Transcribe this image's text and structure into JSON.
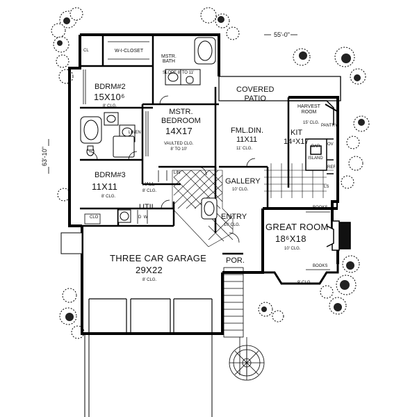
{
  "plan": {
    "overall_width": "55'-0\"",
    "overall_depth": "63'-10\"",
    "rooms": {
      "wi_closet": "W-I-CLOSET",
      "cl": "CL",
      "mstr_bath": {
        "name": "MSTR.\nBATH",
        "note": "SLOPE 8' TO 11'"
      },
      "bdrm2": {
        "name": "BDRM#2",
        "size": "15X10⁶",
        "clg": "8' CLG."
      },
      "mstr_bedroom": {
        "name": "MSTR.\nBEDROOM",
        "size": "14X17",
        "clg": "VAULTED CLG.\n8' TO 10'"
      },
      "covered_patio": "COVERED\nPATIO",
      "harvest_room": {
        "name": "HARVEST\nROOM",
        "clg": "15' CLG."
      },
      "kitchen": {
        "name": "KIT",
        "size": "14⁴X17"
      },
      "fml_din": {
        "name": "FML.DIN.",
        "size": "11X11",
        "clg": "11' CLG."
      },
      "linen": "LINEN",
      "lin": "LIN",
      "bdrm3": {
        "name": "BDRM#3",
        "size": "11X11",
        "clg": "8' CLG."
      },
      "hall": {
        "name": "HALL",
        "clg": "8' CLG."
      },
      "gallery": {
        "name": "GALLERY",
        "clg": "10' CLG."
      },
      "bar": "BAR",
      "island": "ISLAND",
      "pantry": "PANTRY",
      "ov": "OV",
      "ref": "REF",
      "ls": "LS",
      "util": "UTIL",
      "clo": "CLO",
      "d_w": "D  W",
      "entry": {
        "name": "ENTRY",
        "clg": "10' CLG."
      },
      "great_room": {
        "name": "GREAT ROOM",
        "size": "18⁶X18",
        "clg": "10' CLG."
      },
      "books_top": "BOOKS",
      "books_bottom": "BOOKS",
      "por": "POR.",
      "bay_clg": "9' CLG.",
      "garage": {
        "name": "THREE CAR GARAGE",
        "size": "29X22",
        "clg": "8' CLG."
      }
    }
  }
}
